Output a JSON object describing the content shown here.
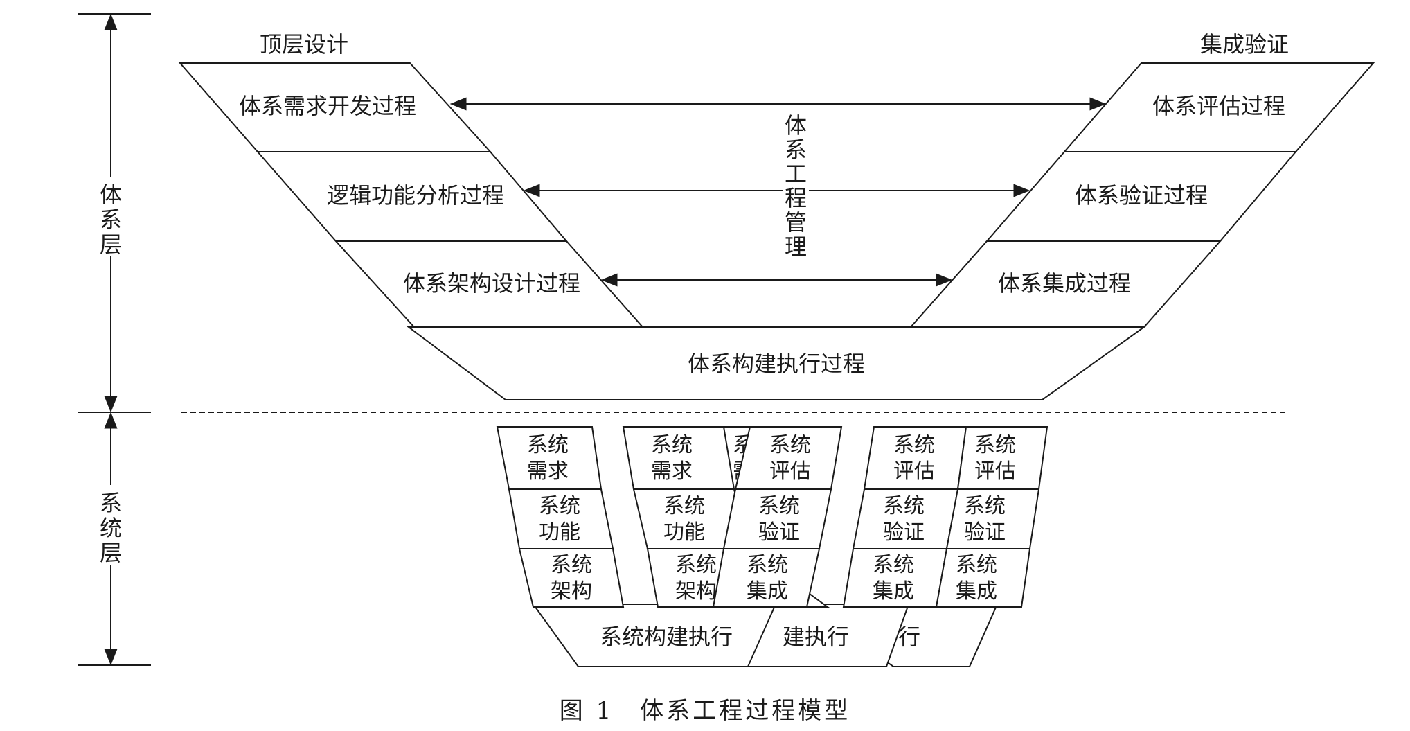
{
  "labels": {
    "top_design": "顶层设计",
    "integration_verify": "集成验证",
    "se_management": [
      "体",
      "系",
      "工",
      "程",
      "管",
      "理"
    ],
    "system_of_systems_layer": [
      "体",
      "系",
      "层"
    ],
    "system_layer": [
      "系",
      "统",
      "层"
    ]
  },
  "sos_processes": {
    "requirements": "体系需求开发过程",
    "logic": "逻辑功能分析过程",
    "architecture": "体系架构设计过程",
    "evaluation": "体系评估过程",
    "verification": "体系验证过程",
    "integration": "体系集成过程",
    "build": "体系构建执行过程"
  },
  "system_cells": {
    "req": [
      "系统",
      "需求"
    ],
    "func": [
      "系统",
      "功能"
    ],
    "arch": [
      "系统",
      "架构"
    ],
    "eval": [
      "系统",
      "评估"
    ],
    "verify": [
      "系统",
      "验证"
    ],
    "integ": [
      "系统",
      "集成"
    ],
    "req_partial": "系",
    "req_partial2": "需"
  },
  "system_build": {
    "full": "系统构建执行",
    "partial1": "建执行",
    "partial2": "行"
  },
  "caption": "图 1　体系工程过程模型"
}
